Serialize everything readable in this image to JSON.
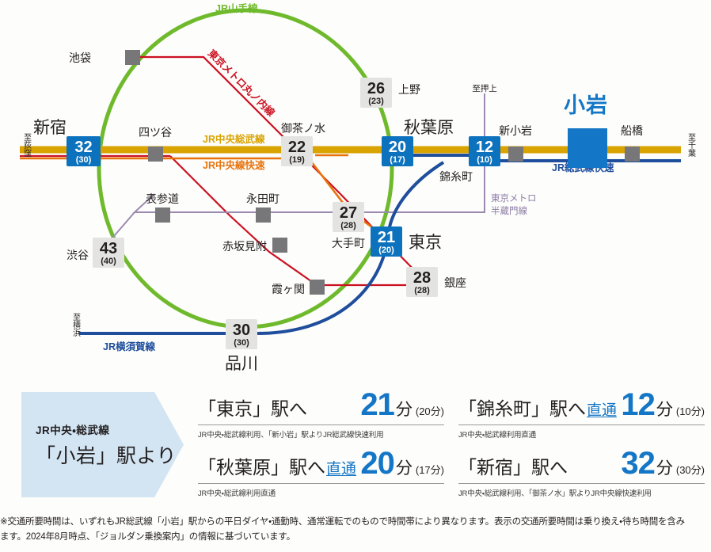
{
  "map": {
    "title_station": "小岩",
    "lines": [
      {
        "id": "yamanote",
        "label": "JR山手線",
        "color": "#6fba2c"
      },
      {
        "id": "chuo-sobu",
        "label": "JR中央総武線",
        "color": "#d9a300"
      },
      {
        "id": "chuo-rapid",
        "label": "JR中央線快速",
        "color": "#e8730d"
      },
      {
        "id": "sobu-rapid",
        "label": "JR総武線快速",
        "color": "#1f4e9c"
      },
      {
        "id": "yokosuka",
        "label": "JR横須賀線",
        "color": "#1f4e9c"
      },
      {
        "id": "marunouchi",
        "label": "東京メトロ丸ノ内線",
        "color": "#cc1122"
      },
      {
        "id": "hanzomon",
        "label": "東京メトロ\n半蔵門線",
        "color": "#9b8bb0"
      }
    ],
    "metro_label_line1": "東京メトロ",
    "metro_label_line2": "半蔵門線",
    "edge_labels": [
      {
        "id": "to-ogikubo",
        "text": "至荻窪"
      },
      {
        "id": "to-chiba",
        "text": "至千葉"
      },
      {
        "id": "to-yokohama",
        "text": "至横浜"
      },
      {
        "id": "to-oshiage",
        "text": "至押上"
      }
    ],
    "stations": [
      {
        "id": "shinjuku",
        "name": "新宿",
        "badge": "32",
        "sub": "(30)",
        "badge_style": "blue"
      },
      {
        "id": "ikebukuro",
        "name": "池袋",
        "badge": null,
        "sub": null,
        "badge_style": "square"
      },
      {
        "id": "yotsuya",
        "name": "四ツ谷",
        "badge": null,
        "sub": null,
        "badge_style": "square"
      },
      {
        "id": "ochanomizu",
        "name": "御茶ノ水",
        "badge": "22",
        "sub": "(19)",
        "badge_style": "gray"
      },
      {
        "id": "ueno",
        "name": "上野",
        "badge": "26",
        "sub": "(23)",
        "badge_style": "gray"
      },
      {
        "id": "akihabara",
        "name": "秋葉原",
        "badge": "20",
        "sub": "(17)",
        "badge_style": "blue"
      },
      {
        "id": "kinshicho",
        "name": "錦糸町",
        "badge": "12",
        "sub": "(10)",
        "badge_style": "blue"
      },
      {
        "id": "shinkoiwa",
        "name": "新小岩",
        "badge": null,
        "sub": null,
        "badge_style": "square"
      },
      {
        "id": "koiwa",
        "name": "小岩",
        "badge": null,
        "sub": null,
        "badge_style": "highlight"
      },
      {
        "id": "funabashi",
        "name": "船橋",
        "badge": null,
        "sub": null,
        "badge_style": "square"
      },
      {
        "id": "omotesando",
        "name": "表参道",
        "badge": null,
        "sub": null,
        "badge_style": "square"
      },
      {
        "id": "nagatacho",
        "name": "永田町",
        "badge": null,
        "sub": null,
        "badge_style": "square"
      },
      {
        "id": "otemachi",
        "name": "大手町",
        "badge": "27",
        "sub": "(28)",
        "badge_style": "gray"
      },
      {
        "id": "akasakamitsuke",
        "name": "赤坂見附",
        "badge": null,
        "sub": null,
        "badge_style": "square"
      },
      {
        "id": "shibuya",
        "name": "渋谷",
        "badge": "43",
        "sub": "(40)",
        "badge_style": "gray"
      },
      {
        "id": "tokyo",
        "name": "東京",
        "badge": "21",
        "sub": "(20)",
        "badge_style": "blue"
      },
      {
        "id": "kasumigaseki",
        "name": "霞ヶ関",
        "badge": null,
        "sub": null,
        "badge_style": "square"
      },
      {
        "id": "ginza",
        "name": "銀座",
        "badge": "28",
        "sub": "(28)",
        "badge_style": "gray"
      },
      {
        "id": "shinagawa",
        "name": "品川",
        "badge": "30",
        "sub": "(30)",
        "badge_style": "gray"
      }
    ]
  },
  "origin": {
    "line_label": "JR中央・総武線",
    "station_label": "「小岩」駅より"
  },
  "routes": [
    {
      "id": "tokyo",
      "dest_prefix": "「東",
      "dest_suffix": "京」駅へ",
      "direct": "",
      "minutes": "21",
      "unit": "分",
      "paren": "(20分)",
      "note": "JR中央・総武線利用、「新小岩」駅よりJR総武線快速利用"
    },
    {
      "id": "kinshicho",
      "dest_prefix": "「錦糸町」駅へ",
      "dest_suffix": "",
      "direct": "直通",
      "minutes": "12",
      "unit": "分",
      "paren": "(10分)",
      "note": "JR中央・総武線利用直通"
    },
    {
      "id": "akihabara",
      "dest_prefix": "「秋葉原」駅へ",
      "dest_suffix": "",
      "direct": "直通",
      "minutes": "20",
      "unit": "分",
      "paren": "(17分)",
      "note": "JR中央・総武線利用直通"
    },
    {
      "id": "shinjuku",
      "dest_prefix": "「新",
      "dest_suffix": "宿」駅へ",
      "direct": "",
      "minutes": "32",
      "unit": "分",
      "paren": "(30分)",
      "note": "JR中央・総武線利用、「御茶ノ水」駅よりJR中央線快速利用"
    }
  ],
  "footnotes": {
    "line1": "※交通所要時間は、いずれもJR総武線「小岩」駅からの平日ダイヤ・通勤時、通常運転でのもので時間帯により異なります。表示の交通所要時間は乗り換え・待ち時間を含み",
    "line2": "ます。2024年8月時点、「ジョルダン乗換案内」の情報に基づいています。"
  },
  "colors": {
    "accent_blue": "#1476c6",
    "badge_blue": "#0d72bd",
    "badge_gray": "#e3e3e1",
    "square_gray": "#77777a",
    "panel_blue": "#d3e5f3"
  }
}
